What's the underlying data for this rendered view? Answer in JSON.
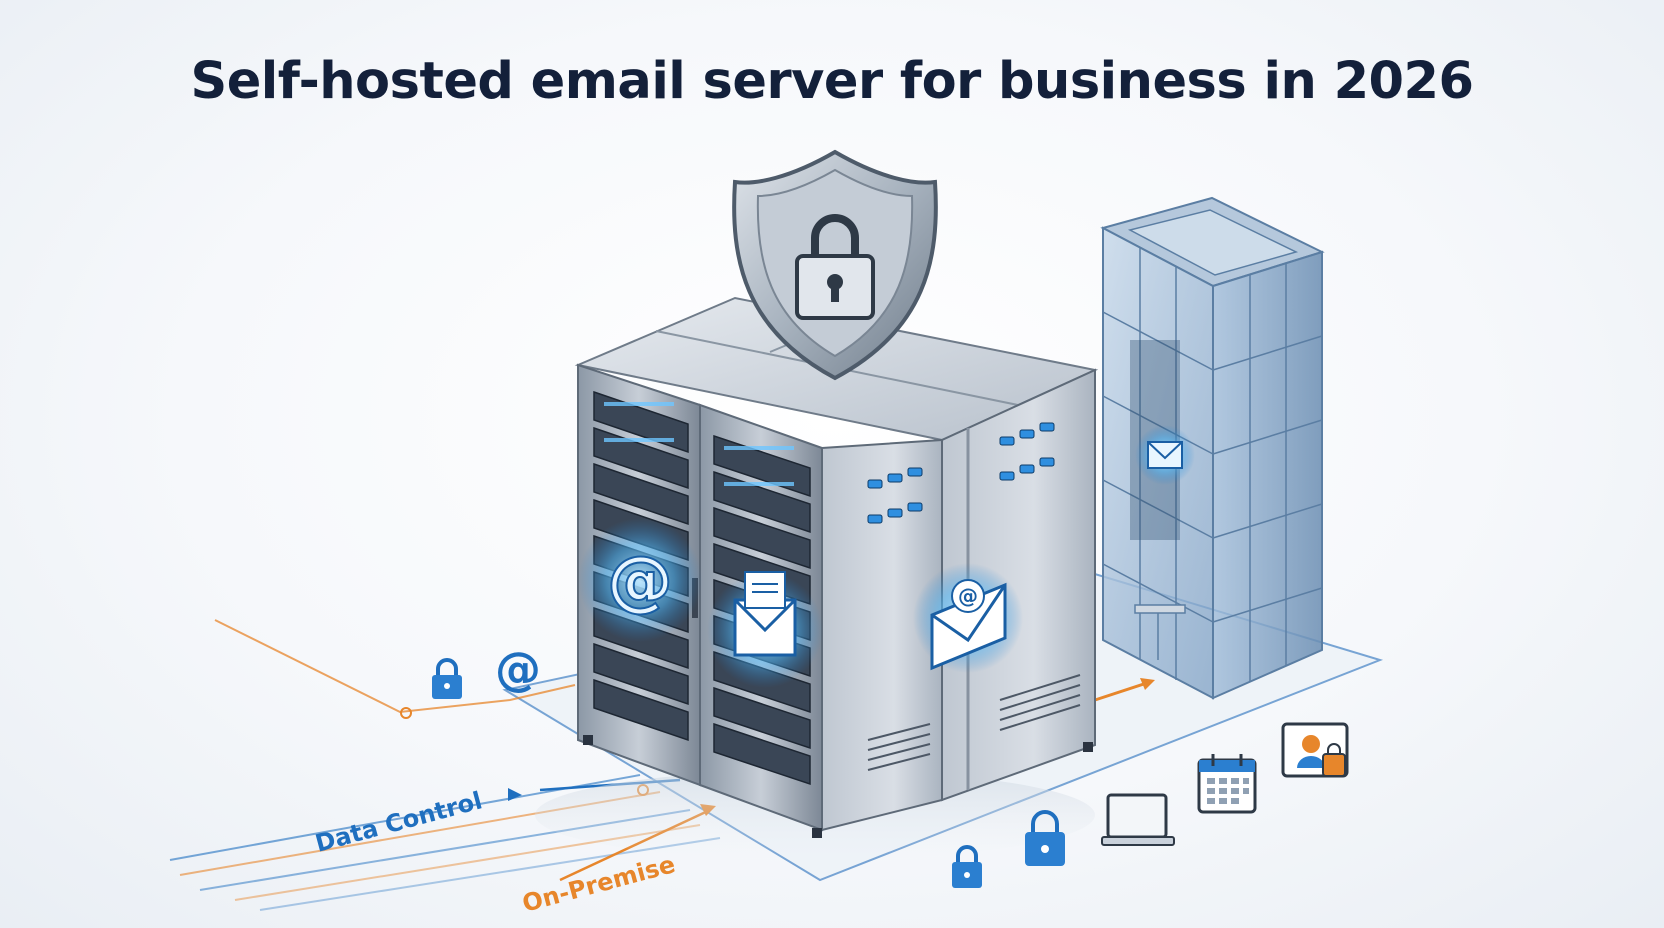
{
  "header": {
    "title": "Self-hosted email server for business in 2026"
  },
  "labels": {
    "data_control": "Data Control",
    "on_premise": "On-Premise"
  },
  "icons": {
    "shield": "shield-lock-icon",
    "at_sign": "at-sign-icon",
    "envelope": "envelope-icon",
    "lock": "padlock-icon",
    "laptop": "laptop-icon",
    "calendar": "calendar-icon",
    "contact": "contact-card-icon",
    "building": "office-building-icon",
    "server": "server-rack-icon"
  },
  "colors": {
    "title": "#13203a",
    "blue_accent": "#1f6fbf",
    "orange_accent": "#e7862b",
    "glow": "#5cc4ff",
    "metal": "#9aa6b4"
  }
}
